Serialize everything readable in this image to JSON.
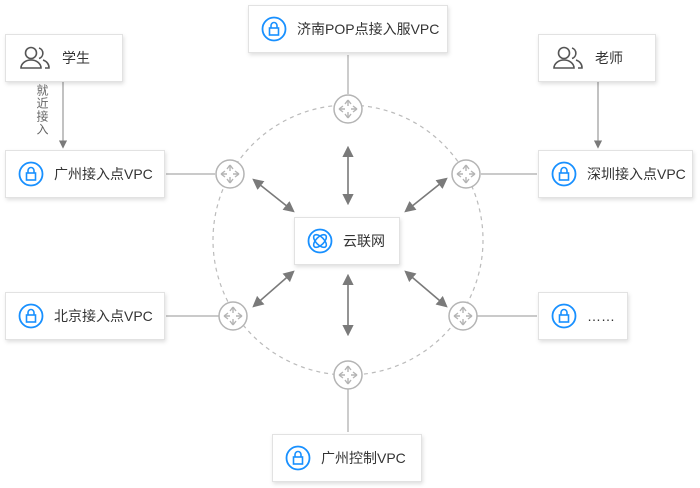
{
  "nodes": {
    "jinan_pop": "济南POP点接入服VPC",
    "student": "学生",
    "teacher": "老师",
    "guangzhou_access": "广州接入点VPC",
    "shenzhen_access": "深圳接入点VPC",
    "cloud_network": "云联网",
    "beijing_access": "北京接入点VPC",
    "more": "……",
    "guangzhou_control": "广州控制VPC"
  },
  "edge_label_nearby_access": "就近接入",
  "colors": {
    "accent_blue": "#1890ff",
    "line_gray": "#aaaaaa",
    "arrow_gray": "#7a7a7a",
    "router_gray": "#b4b4b4"
  }
}
